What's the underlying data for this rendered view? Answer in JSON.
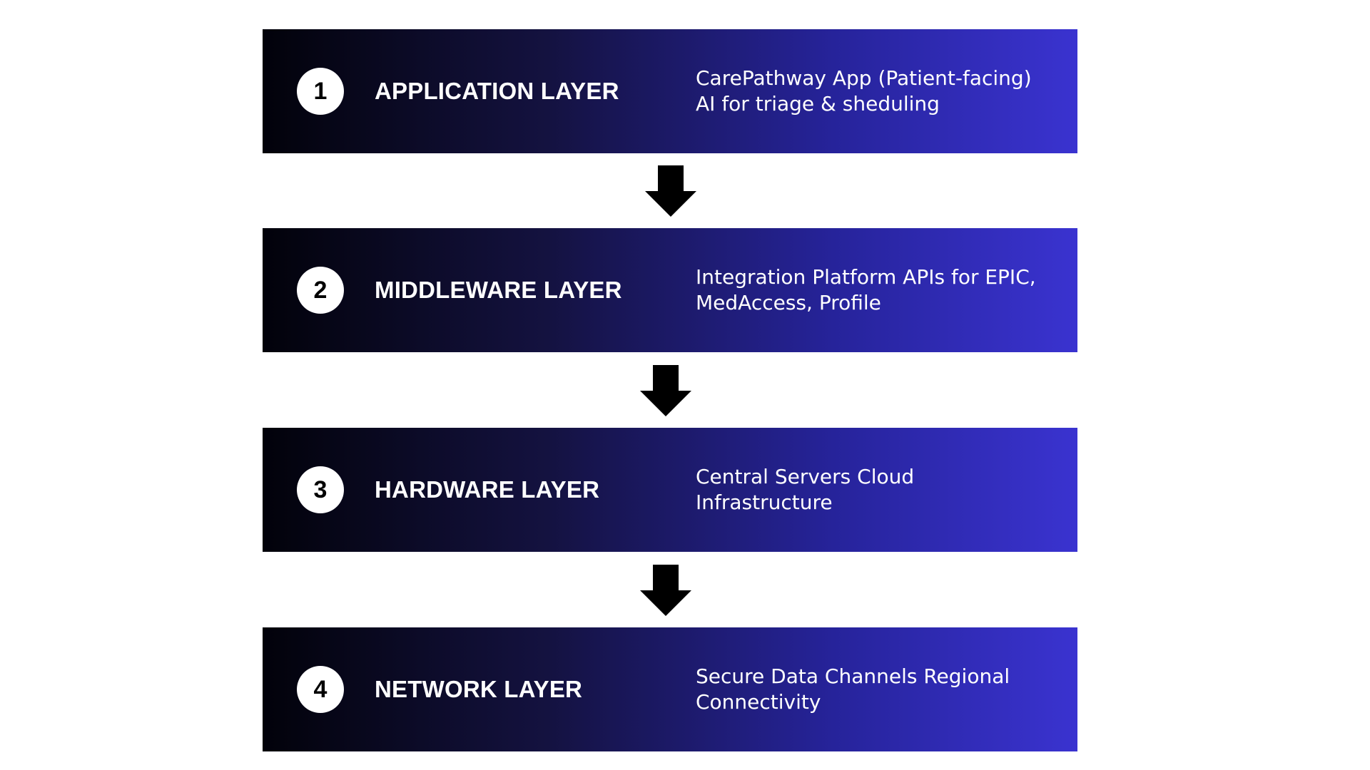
{
  "layers": [
    {
      "number": "1",
      "title": "APPLICATION LAYER",
      "description": [
        "CarePathway App (Patient-facing)",
        "AI for triage & sheduling"
      ]
    },
    {
      "number": "2",
      "title": "MIDDLEWARE LAYER",
      "description": [
        "Integration Platform APIs for EPIC,",
        "MedAccess, Profile"
      ]
    },
    {
      "number": "3",
      "title": "HARDWARE LAYER",
      "description": [
        "Central Servers Cloud",
        "Infrastructure"
      ]
    },
    {
      "number": "4",
      "title": "NETWORK LAYER",
      "description": [
        "Secure Data Channels Regional",
        "Connectivity"
      ]
    }
  ],
  "colors": {
    "gradient_start": "#02020a",
    "gradient_end": "#3a33d0",
    "text": "#ffffff",
    "arrow": "#000000"
  },
  "icons": {
    "connector": "arrow-down-icon"
  }
}
